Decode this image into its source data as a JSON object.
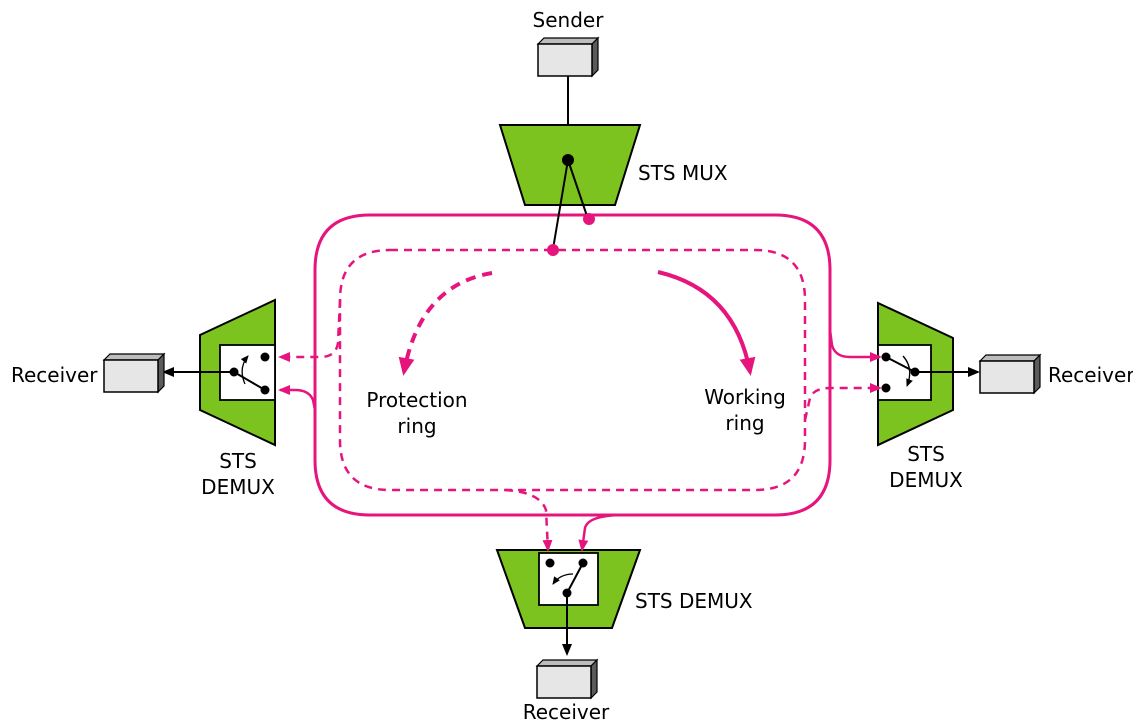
{
  "labels": {
    "sender": "Sender",
    "mux": "STS MUX",
    "receiver_left": "Receiver",
    "receiver_right": "Receiver",
    "receiver_bottom": "Receiver",
    "demux_left_line1": "STS",
    "demux_left_line2": "DEMUX",
    "demux_right_line1": "STS",
    "demux_right_line2": "DEMUX",
    "demux_bottom": "STS DEMUX",
    "protection_line1": "Protection",
    "protection_line2": "ring",
    "working_line1": "Working",
    "working_line2": "ring"
  },
  "colors": {
    "ring": "#e6157e",
    "device_fill": "#7cc31f",
    "box_fill": "#e6e6e6",
    "box_side": "#5b5b5b",
    "wire": "#000000"
  }
}
